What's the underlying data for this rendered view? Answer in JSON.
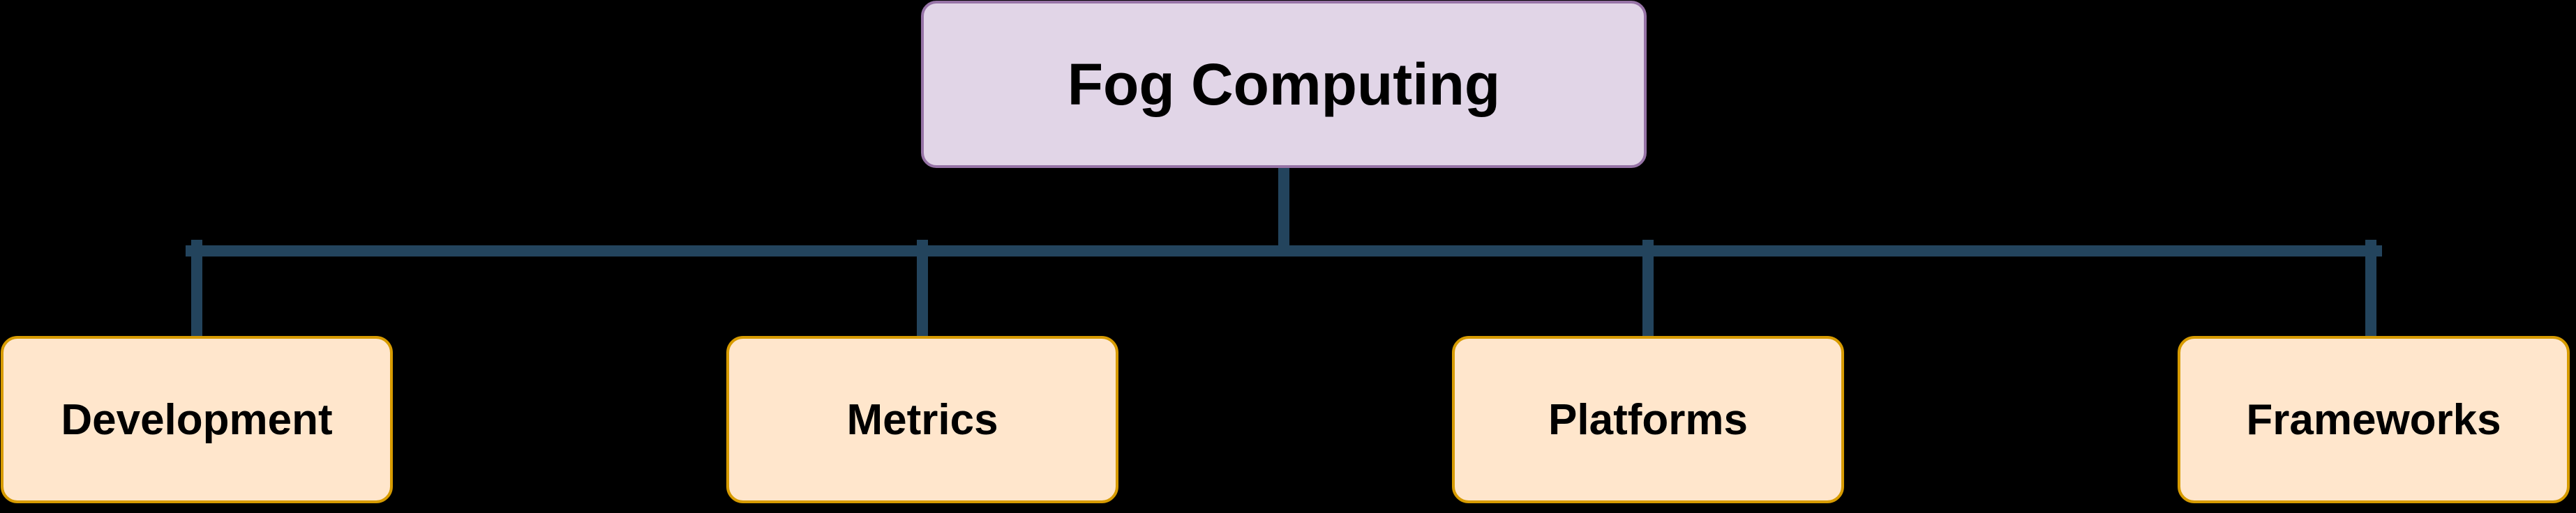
{
  "root": {
    "label": "Fog Computing",
    "fill": "#e1d5e7",
    "stroke": "#9673a6"
  },
  "children": [
    {
      "label": "Development"
    },
    {
      "label": "Metrics"
    },
    {
      "label": "Platforms"
    },
    {
      "label": "Frameworks"
    }
  ],
  "colors": {
    "background": "#000000",
    "child_fill": "#ffe6cc",
    "child_stroke": "#d79b00",
    "connector": "#23445d"
  }
}
